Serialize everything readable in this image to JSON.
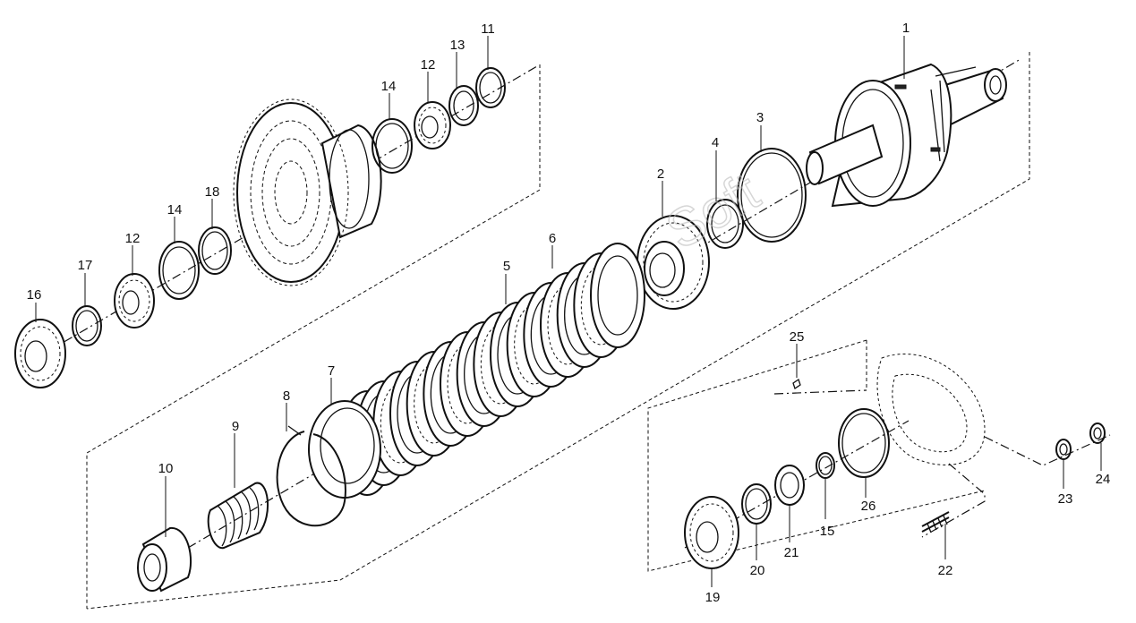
{
  "callouts": {
    "c1": "1",
    "c2": "2",
    "c3": "3",
    "c4": "4",
    "c5": "5",
    "c6": "6",
    "c7": "7",
    "c8": "8",
    "c9": "9",
    "c10": "10",
    "c11": "11",
    "c12a": "12",
    "c12b": "12",
    "c13": "13",
    "c14a": "14",
    "c14b": "14",
    "c15": "15",
    "c16": "16",
    "c17": "17",
    "c18": "18",
    "c19": "19",
    "c20": "20",
    "c21": "21",
    "c22": "22",
    "c23": "23",
    "c24": "24",
    "c25": "25",
    "c26": "26"
  },
  "watermark": "Soft"
}
